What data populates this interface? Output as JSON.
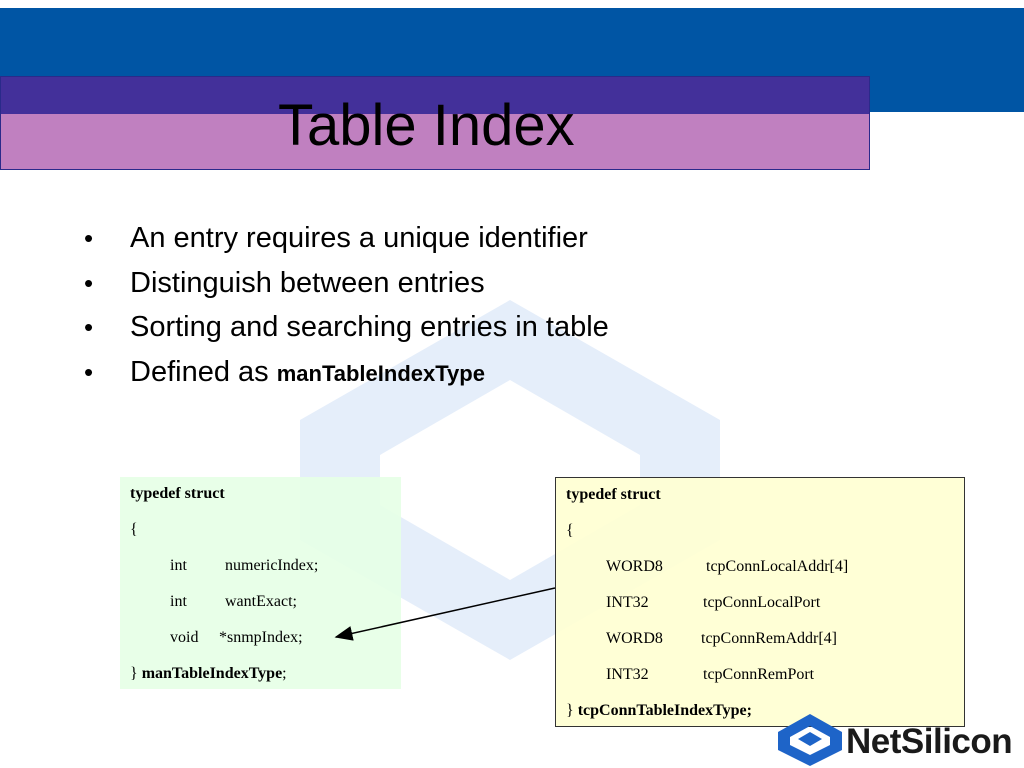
{
  "slide": {
    "title": "Table Index",
    "bullets": [
      {
        "text": "An entry requires a unique identifier"
      },
      {
        "text": "Distinguish between entries"
      },
      {
        "text": "Sorting and searching entries in table"
      },
      {
        "text": "Defined as ",
        "bold": "manTableIndexType"
      }
    ],
    "bullet_glyph": "•"
  },
  "left_code": {
    "header": "typedef struct",
    "open_brace": "{",
    "fields": [
      {
        "type": "int",
        "name": "numericIndex;"
      },
      {
        "type": "int",
        "name": "wantExact;"
      },
      {
        "type": "void",
        "name": "*snmpIndex;"
      }
    ],
    "close_brace": "}",
    "type_name": "manTableIndexType",
    "terminator": ";"
  },
  "right_code": {
    "header": "typedef struct",
    "open_brace": "{",
    "fields": [
      {
        "type": "WORD8",
        "name": "tcpConnLocalAddr[4]"
      },
      {
        "type": "INT32",
        "name": "tcpConnLocalPort"
      },
      {
        "type": "WORD8",
        "name": "tcpConnRemAddr[4]"
      },
      {
        "type": "INT32",
        "name": "tcpConnRemPort"
      }
    ],
    "close_brace": "}",
    "type_name": "tcpConnTableIndexType;"
  },
  "logo": {
    "text": "NetSilicon"
  },
  "colors": {
    "band": "#0055a4",
    "title_top": "#43309a",
    "title_bottom": "#c080c0",
    "left_box": "#e6ffe6",
    "right_box": "#ffffd2",
    "logo_blue": "#1e64c8"
  }
}
